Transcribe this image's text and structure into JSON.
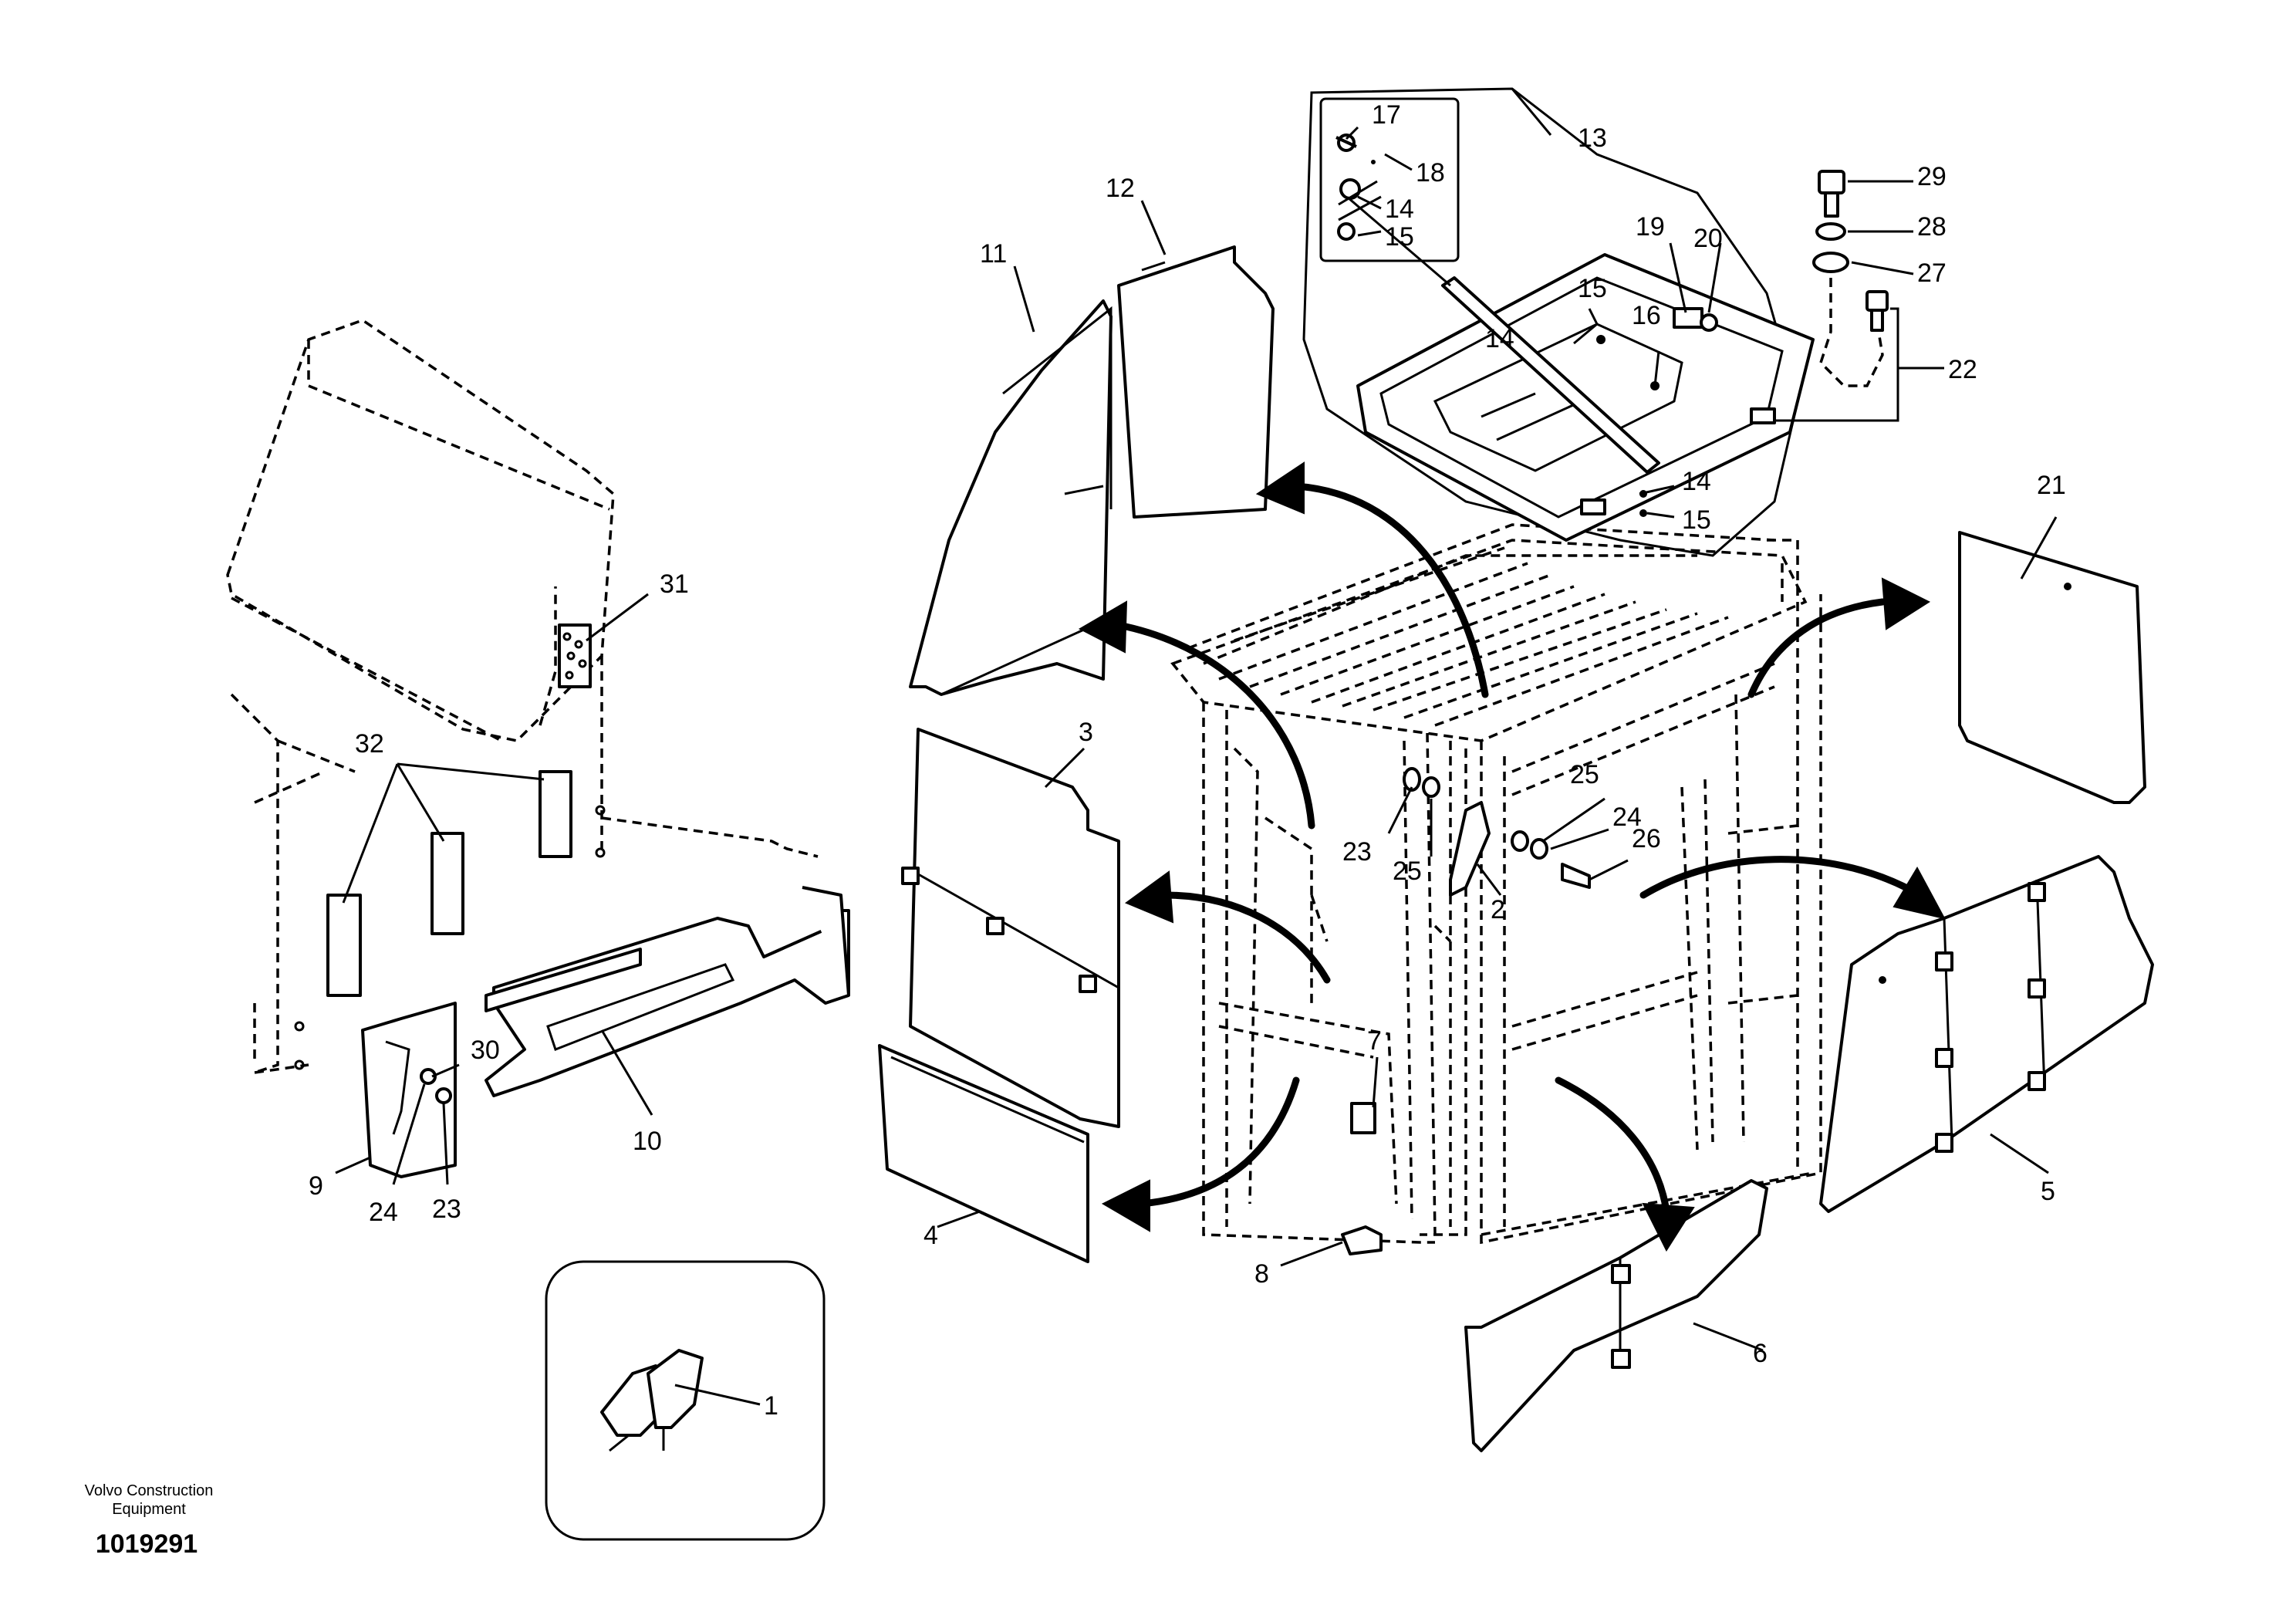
{
  "callouts": {
    "c1": "1",
    "c2": "2",
    "c3": "3",
    "c4": "4",
    "c5": "5",
    "c6": "6",
    "c7": "7",
    "c8": "8",
    "c9": "9",
    "c10": "10",
    "c11": "11",
    "c12": "12",
    "c13": "13",
    "c14a": "14",
    "c14b": "14",
    "c14c": "14",
    "c15a": "15",
    "c15b": "15",
    "c15c": "15",
    "c16": "16",
    "c17": "17",
    "c18": "18",
    "c19": "19",
    "c20": "20",
    "c21": "21",
    "c22": "22",
    "c23a": "23",
    "c23b": "23",
    "c24a": "24",
    "c24b": "24",
    "c25a": "25",
    "c25b": "25",
    "c26": "26",
    "c27": "27",
    "c28": "28",
    "c29": "29",
    "c30": "30",
    "c31": "31",
    "c32": "32"
  },
  "footer": {
    "brand_line1": "Volvo Construction",
    "brand_line2": "Equipment",
    "doc_number": "1019291"
  }
}
